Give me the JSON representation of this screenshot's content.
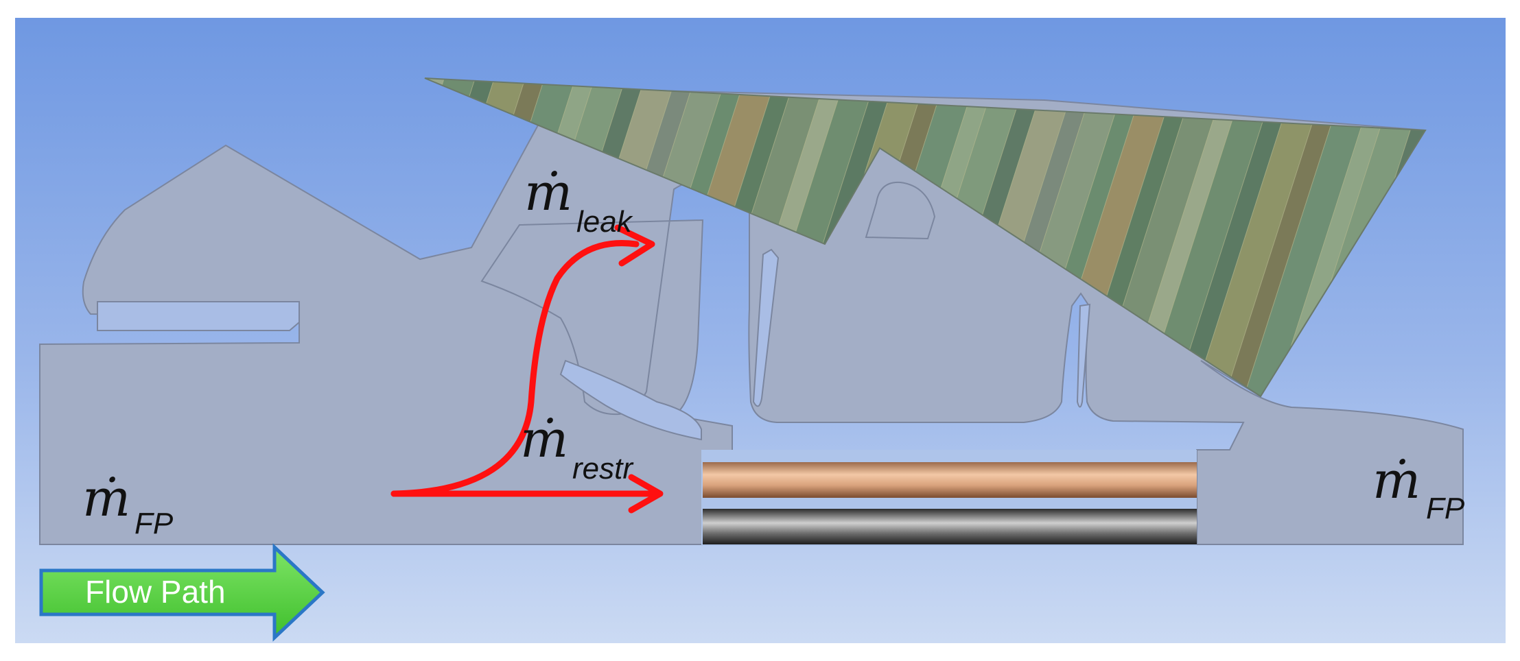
{
  "labels": {
    "m_symbol": "ṁ",
    "leak_sub": "leak",
    "restr_sub": "restr",
    "fp_sub": "FP"
  },
  "flow_path_button": "Flow Path",
  "colors": {
    "background_top": "#6e98e2",
    "background_bottom": "#cad9f2",
    "solid_body": "#a2adc5",
    "solid_edge": "#7a859e",
    "arrow": "#ff0d0d",
    "button_fill": "#4fd63a",
    "button_border": "#2b77c6",
    "copper_rod": "#d9a47e",
    "steel_rod": "#5a5a5a"
  }
}
